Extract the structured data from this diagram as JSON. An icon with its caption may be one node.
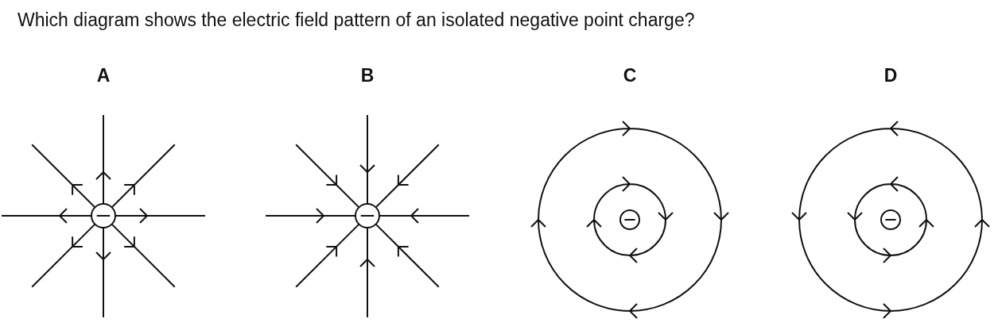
{
  "diagram": {
    "title": "Which diagram shows the electric field pattern of an isolated negative point charge?",
    "labels": [
      "A",
      "B",
      "C",
      "D"
    ]
  }
}
